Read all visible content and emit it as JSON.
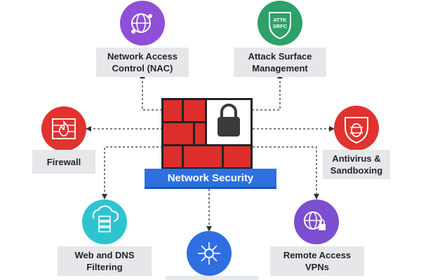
{
  "center": {
    "label": "Network Security",
    "lock_icon": "padlock-icon"
  },
  "colors": {
    "nac": "#8f4fd6",
    "asm": "#2ea06a",
    "firewall": "#e0332f",
    "antivirus": "#e0332f",
    "web_dns": "#2fc3d2",
    "remote": "#7c4fd1",
    "bottom": "#2f6fe0",
    "wall": "#dd2e2b",
    "banner": "#2f6fe0"
  },
  "nodes": [
    {
      "id": "nac",
      "label": "Network Access\nControl (NAC)",
      "icon": "network-globe-icon"
    },
    {
      "id": "asm",
      "label": "Attack Surface\nManagement",
      "icon": "shield-attack-icon",
      "icon_text": "ATTK\nSRFC"
    },
    {
      "id": "firewall",
      "label": "Firewall",
      "icon": "firewall-flame-icon"
    },
    {
      "id": "antivirus",
      "label": "Antivirus &\nSandboxing",
      "icon": "bug-shield-icon"
    },
    {
      "id": "web_dns",
      "label": "Web and DNS\nFiltering",
      "icon": "cloud-server-icon"
    },
    {
      "id": "remote",
      "label": "Remote Access\nVPNs",
      "icon": "vpn-globe-lock-icon"
    },
    {
      "id": "bottom",
      "label": "",
      "icon": "network-hub-icon"
    }
  ]
}
